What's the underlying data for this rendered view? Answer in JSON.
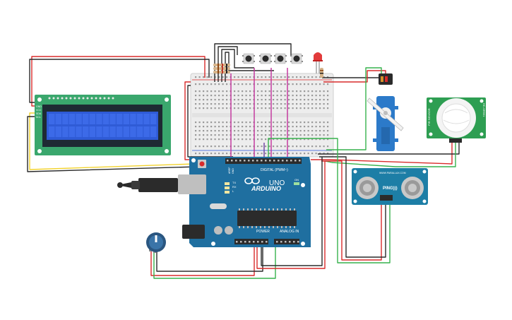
{
  "arduino": {
    "brand": "ARDUINO",
    "model": "UNO",
    "on_label": "ON",
    "digital_label": "DIGITAL (PWM~)",
    "power_label": "POWER",
    "analog_label": "ANALOG IN",
    "aref": "AREF",
    "gnd": "GND",
    "tx": "TX",
    "rx": "RX",
    "l_led": "L"
  },
  "lcd": {
    "pin_labels": [
      "GND",
      "VCC",
      "SDA",
      "SCL"
    ]
  },
  "ultrasonic": {
    "model": "PING)))",
    "site": "WWW.PARALLAX.COM"
  },
  "pir": {
    "left_text": "PIR SENSOR",
    "right_text": "HC-SR501"
  },
  "colors": {
    "wire_red": "#d92b2b",
    "wire_black": "#2b2b2b",
    "wire_green": "#37b24d",
    "wire_yellow": "#f2d22e",
    "wire_magenta": "#c2309b",
    "wire_purple": "#6b3fa0",
    "arduino_blue": "#1f6fa0",
    "lcd_green": "#3aa76d",
    "lcd_screen": "#2f5bd6",
    "servo_blue": "#2c7ac9",
    "ping_teal": "#1d7ea6",
    "pir_green": "#2e9e52"
  },
  "icons": [
    "usb-cable-icon",
    "potentiometer-icon",
    "led-icon",
    "push-button-icon",
    "servo-icon"
  ]
}
